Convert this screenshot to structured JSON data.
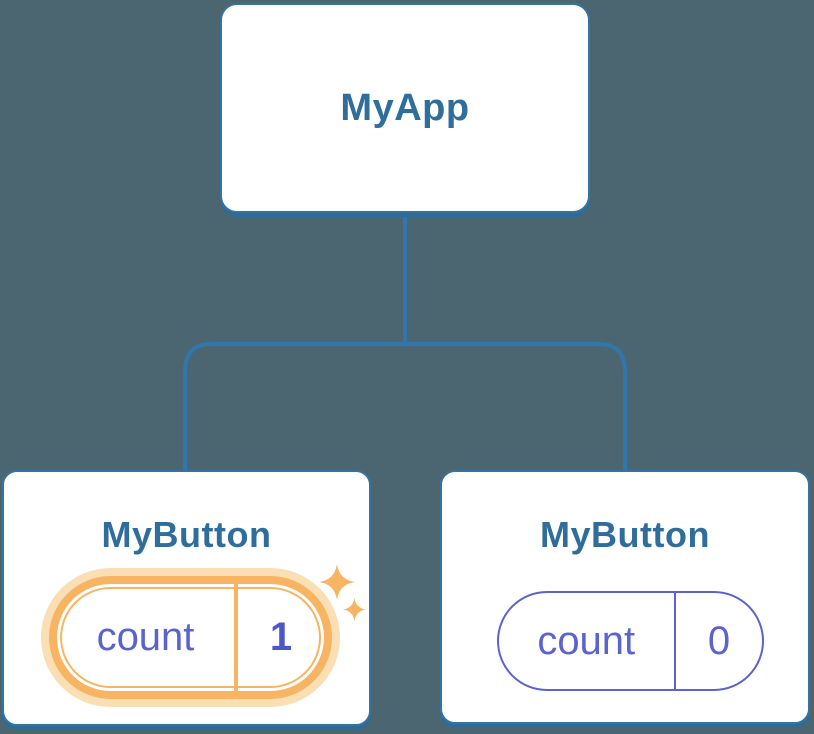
{
  "diagram": {
    "root": {
      "label": "MyApp"
    },
    "children": [
      {
        "label": "MyButton",
        "highlighted": true,
        "state": {
          "name": "count",
          "value": "1"
        }
      },
      {
        "label": "MyButton",
        "highlighted": false,
        "state": {
          "name": "count",
          "value": "0"
        }
      }
    ]
  },
  "colors": {
    "background": "#4C6671",
    "card_bg": "#FFFFFF",
    "card_border": "#35749F",
    "card_shadow": "#2F6B97",
    "heading_text": "#2F6D9C",
    "connector": "#2F77AC",
    "state_text": "#5B63CE",
    "state_value_bold": "#4E57C9",
    "highlight": "#F7B563",
    "highlight_glow": "#FBDFB4"
  }
}
